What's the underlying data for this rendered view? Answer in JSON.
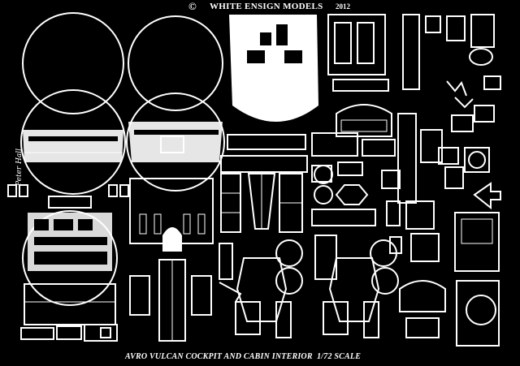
{
  "header": {
    "copyright_symbol": "©",
    "manufacturer": "WHITE ENSIGN MODELS",
    "year": "2012"
  },
  "footer": {
    "product_title": "AVRO VULCAN COCKPIT AND CABIN INTERIOR",
    "scale": "1/72 SCALE"
  },
  "signature": "Peter Hall",
  "colors": {
    "background": "#000000",
    "etch": "#ffffff"
  }
}
